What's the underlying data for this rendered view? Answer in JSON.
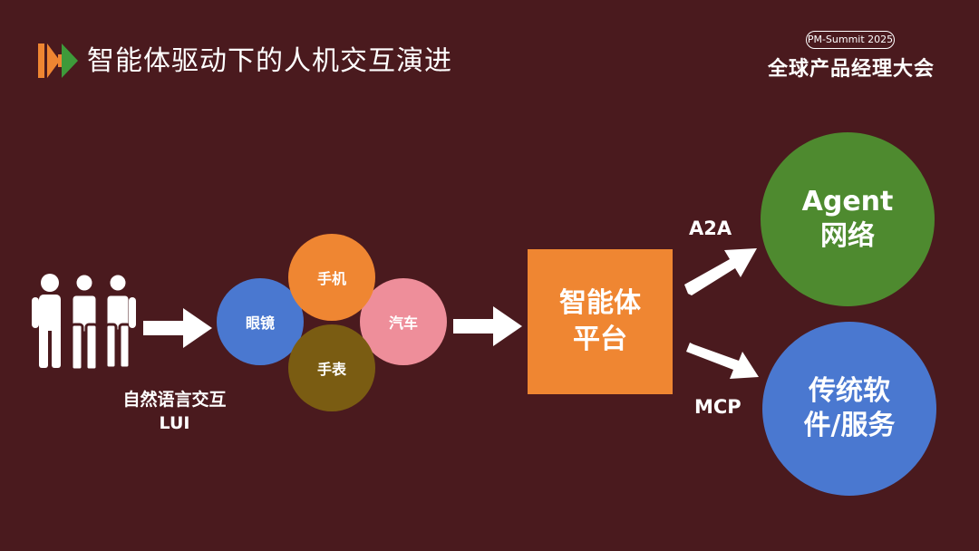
{
  "header": {
    "title": "智能体驱动下的人机交互演进",
    "badge": "PM-Summit 2025",
    "brand": "全球产品经理大会"
  },
  "colors": {
    "background": "#4a1a1e",
    "logo_orange": "#ef8632",
    "logo_green": "#3e9a3a",
    "glasses": "#4a78d0",
    "phone": "#ef8632",
    "car": "#ee8e9a",
    "watch": "#7a5c12",
    "platform": "#ef8632",
    "agent_network": "#4e8a2f",
    "traditional": "#4a78d0"
  },
  "users": {
    "icon": "people-icon",
    "caption_line1": "自然语言交互",
    "caption_line2": "LUI"
  },
  "devices": {
    "glasses": "眼镜",
    "phone": "手机",
    "car": "汽车",
    "watch": "手表"
  },
  "platform": {
    "line1": "智能体",
    "line2": "平台"
  },
  "protocols": {
    "top": "A2A",
    "bottom": "MCP"
  },
  "targets": {
    "agent_line1": "Agent",
    "agent_line2": "网络",
    "traditional_line1": "传统软",
    "traditional_line2": "件/服务"
  }
}
